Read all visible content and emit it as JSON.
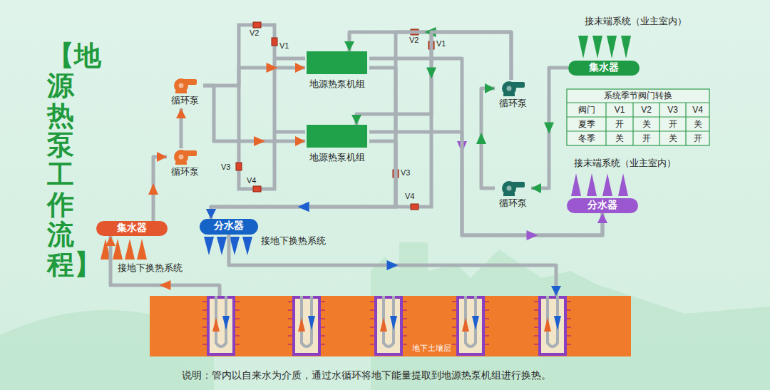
{
  "diagram": {
    "title": "【地源热泵工作流程】",
    "caption": "说明：管内以自来水为介质，通过水循环将地下能量提取到地源热泵机组进行换热。",
    "nodes": [
      {
        "text": [
          "集水器",
          "接地下换热系统"
        ]
      },
      {
        "text": [
          "分水器",
          "接地下换热系统"
        ]
      },
      {
        "text": [
          "循环泵"
        ]
      },
      {
        "text": [
          "循环泵"
        ]
      },
      {
        "text": [
          "地源热泵机组"
        ]
      },
      {
        "text": [
          "地源热泵机组"
        ]
      },
      {
        "text": [
          "循环泵"
        ]
      },
      {
        "text": [
          "循环泵"
        ]
      },
      {
        "text": [
          "集水器",
          "接末端系统（业主室内）"
        ]
      },
      {
        "text": [
          "分水器",
          "接末端系统（业主室内）"
        ]
      },
      {
        "text": [
          "地下土壤层"
        ]
      }
    ],
    "edges": [
      {
        "from": 0,
        "to": 3,
        "arrow": "to"
      },
      {
        "from": 3,
        "to": 2,
        "arrow": "to"
      },
      {
        "from": 2,
        "to": 4,
        "arrow": "to"
      },
      {
        "from": 2,
        "to": 5,
        "arrow": "to"
      },
      {
        "from": 4,
        "to": 1,
        "arrow": "to"
      },
      {
        "from": 5,
        "to": 1,
        "arrow": "to"
      },
      {
        "from": 1,
        "to": 10,
        "arrow": "to"
      },
      {
        "from": 10,
        "to": 0,
        "arrow": "to"
      },
      {
        "from": 4,
        "to": 9,
        "arrow": "to"
      },
      {
        "from": 5,
        "to": 9,
        "arrow": "to"
      },
      {
        "from": 8,
        "to": 7,
        "arrow": "to"
      },
      {
        "from": 7,
        "to": 6,
        "arrow": "to"
      },
      {
        "from": 6,
        "to": 4,
        "arrow": "to"
      },
      {
        "from": 6,
        "to": 5,
        "arrow": "to"
      }
    ],
    "labels": [
      "V2",
      "V1",
      "V2",
      "V1",
      "系统季节阀门转换",
      "阀门",
      "V1",
      "V2",
      "V3",
      "V4",
      "夏季",
      "开",
      "关",
      "开",
      "关",
      "冬季",
      "关",
      "开",
      "关",
      "开",
      "V3",
      "V4",
      "V3",
      "V4"
    ]
  }
}
